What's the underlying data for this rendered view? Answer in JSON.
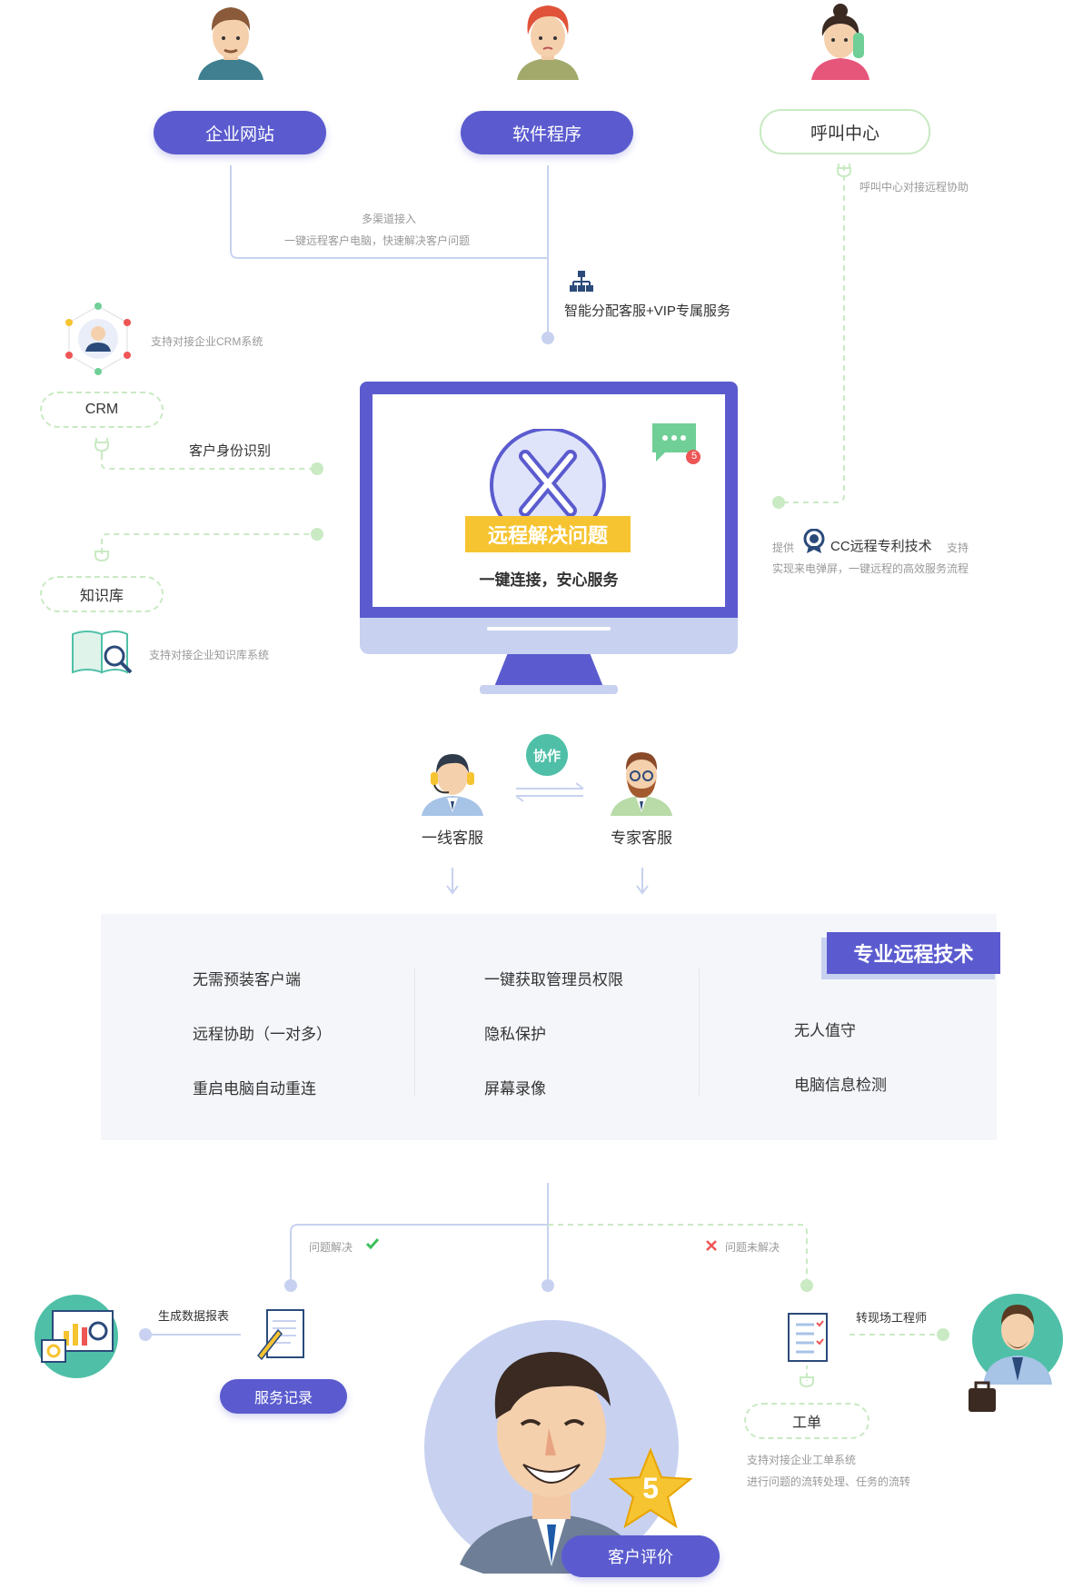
{
  "channels": [
    {
      "label": "企业网站"
    },
    {
      "label": "软件程序"
    },
    {
      "label": "呼叫中心"
    }
  ],
  "notes": {
    "multi_channel_1": "多渠道接入",
    "multi_channel_2": "一键远程客户电脑，快速解决客户问题",
    "call_center_note": "呼叫中心对接远程协助",
    "smart_dispatch": "智能分配客服+VIP专属服务",
    "crm_note": "支持对接企业CRM系统",
    "crm_label": "CRM",
    "identity": "客户身份识别",
    "kb_label": "知识库",
    "kb_note": "支持对接企业知识库系统",
    "cc_provide": "提供",
    "cc_tech": "CC远程专利技术",
    "cc_support": "支持",
    "cc_note2": "实现来电弹屏，一键远程的高效服务流程"
  },
  "monitor": {
    "badge_count": "5",
    "title": "远程解决问题",
    "subtitle": "一键连接，安心服务"
  },
  "collab": {
    "badge": "协作",
    "left": "一线客服",
    "right": "专家客服"
  },
  "features": {
    "banner": "专业远程技术",
    "col1": [
      "无需预装客户端",
      "远程协助（一对多）",
      "重启电脑自动重连"
    ],
    "col2": [
      "一键获取管理员权限",
      "隐私保护",
      "屏幕录像"
    ],
    "col3": [
      "无人值守",
      "电脑信息检测"
    ]
  },
  "outcome": {
    "solved": "问题解决",
    "unsolved": "问题未解决",
    "report": "生成数据报表",
    "service_record": "服务记录",
    "engineer": "转现场工程师",
    "ticket": "工单",
    "ticket_note1": "支持对接企业工单系统",
    "ticket_note2": "进行问题的流转处理、任务的流转",
    "rating_star": "5",
    "rating": "客户评价"
  },
  "colors": {
    "purple": "#5b5bcf",
    "green_line": "#c9eac3",
    "blue_line": "#c8d2f0",
    "yellow": "#f6c431",
    "teal": "#4fc0a7"
  }
}
